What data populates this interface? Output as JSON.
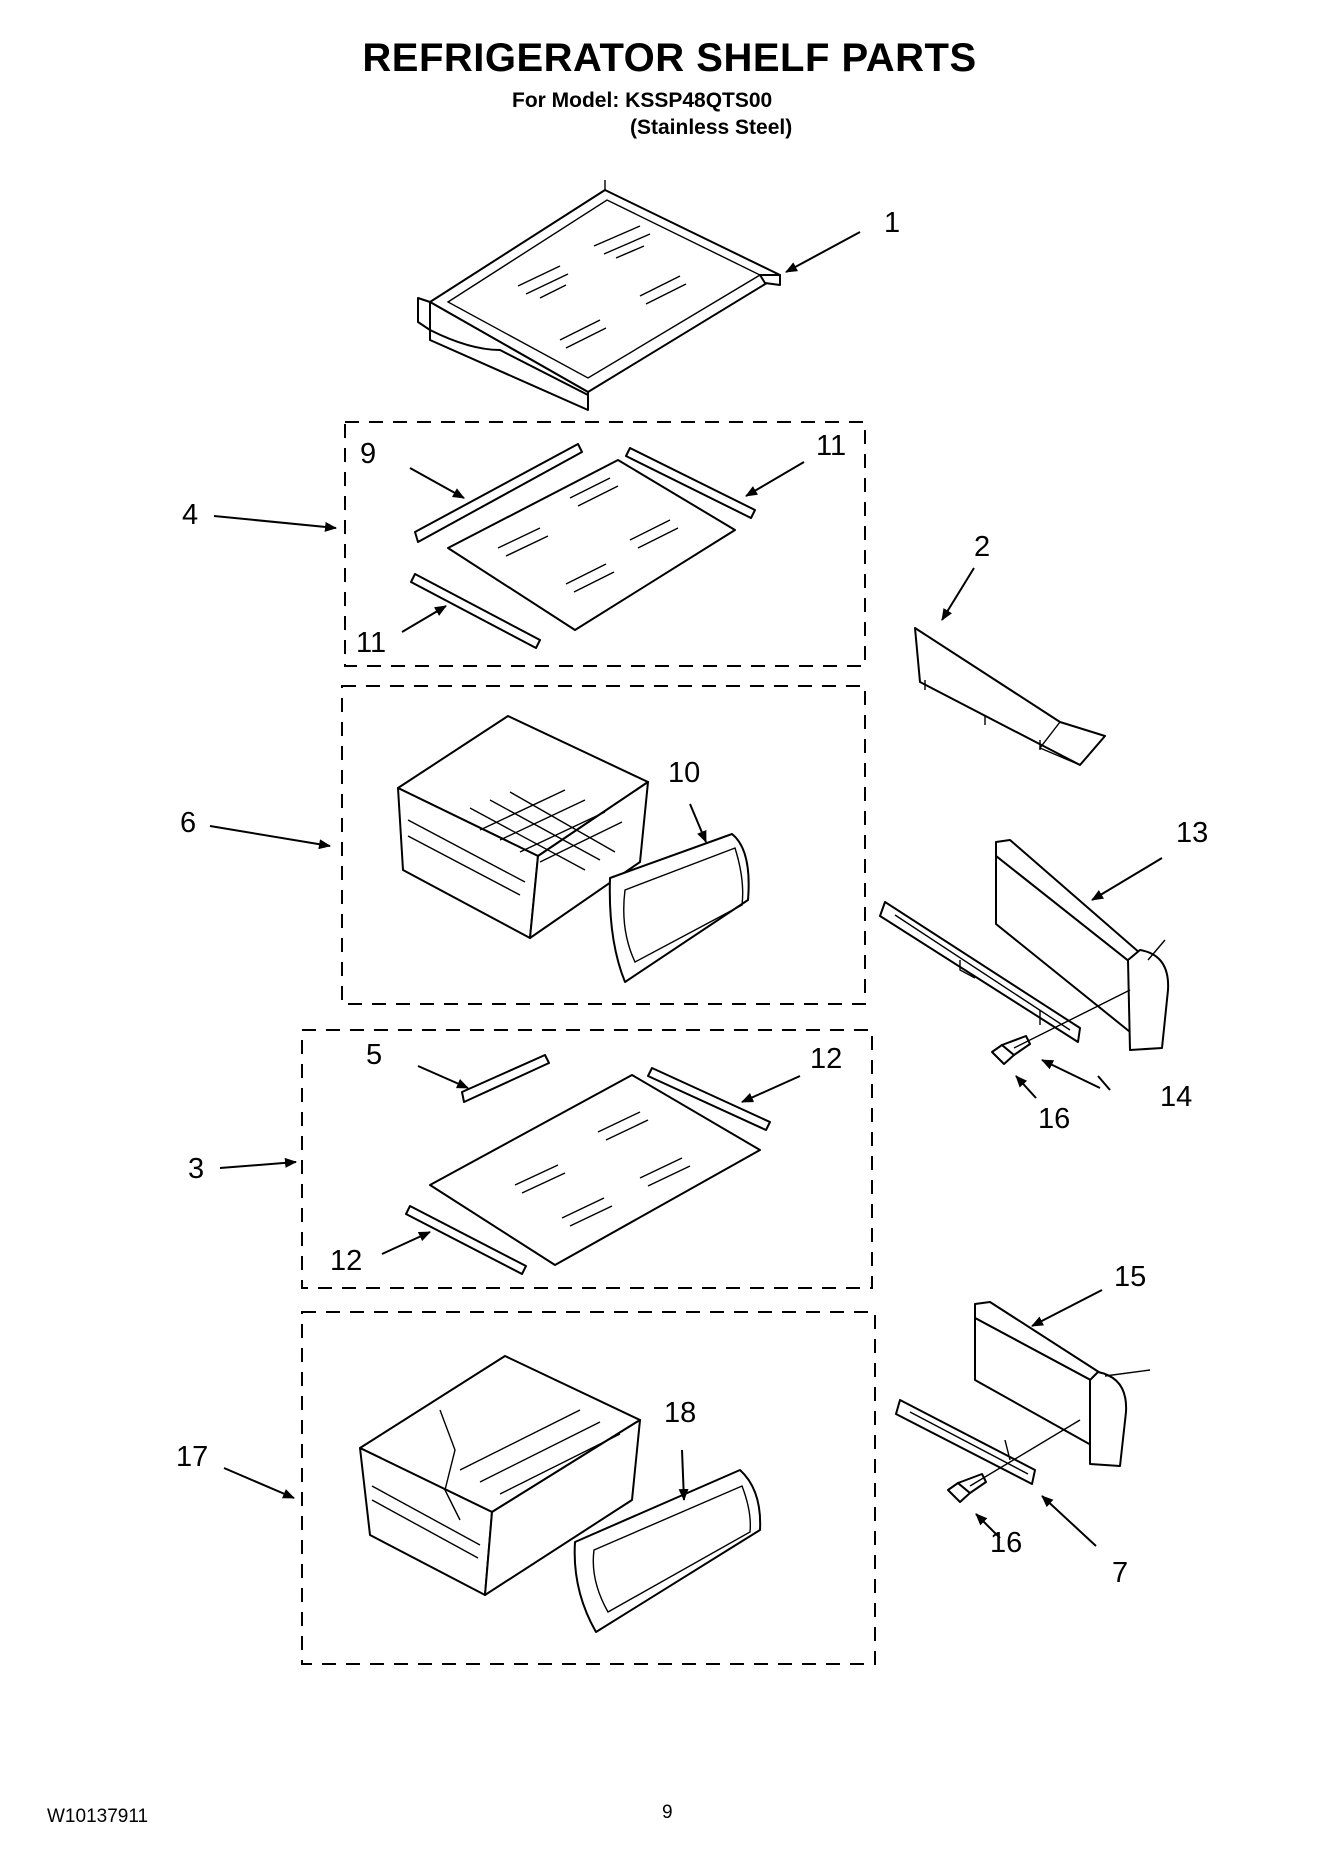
{
  "header": {
    "title": "REFRIGERATOR SHELF PARTS",
    "model_line": "For Model: KSSP48QTS00",
    "finish_line": "(Stainless Steel)"
  },
  "callouts": {
    "c1": "1",
    "c2": "2",
    "c3": "3",
    "c4": "4",
    "c5": "5",
    "c6": "6",
    "c7": "7",
    "c9": "9",
    "c10": "10",
    "c11a": "11",
    "c11b": "11",
    "c12a": "12",
    "c12b": "12",
    "c13": "13",
    "c14": "14",
    "c15": "15",
    "c16a": "16",
    "c16b": "16",
    "c17": "17",
    "c18": "18"
  },
  "footer": {
    "doc_number": "W10137911",
    "page_number": "9"
  }
}
